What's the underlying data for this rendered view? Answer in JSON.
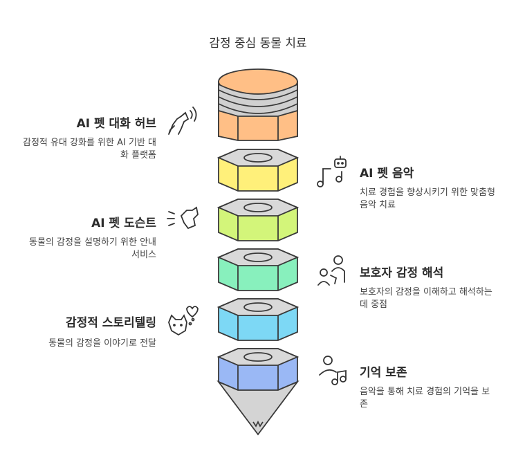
{
  "title": "감정 중심 동물 치료",
  "items": [
    {
      "title": "AI 펫 대화 허브",
      "desc": "감정적 유대 강화를 위한 AI 기반 대화 플랫폼",
      "icon": "howling-dog-icon",
      "color": "#ffe985"
    },
    {
      "title": "AI 펫 음악",
      "desc": "치료 경험을 향상시키기 위한 맞춤형 음악 치료",
      "icon": "robot-music-icon",
      "color": "#fff07a"
    },
    {
      "title": "AI 펫 도슨트",
      "desc": "동물의 감정을 설명하기 위한 안내 서비스",
      "icon": "dog-speaking-icon",
      "color": "#d3f57a"
    },
    {
      "title": "보호자 감정 해석",
      "desc": "보호자의 감정을 이해하고 해석하는 데 중점",
      "icon": "guardian-pet-icon",
      "color": "#88f0bd"
    },
    {
      "title": "감정적 스토리텔링",
      "desc": "동물의 감정을 이야기로 전달",
      "icon": "cat-heart-icon",
      "color": "#7dd8f5"
    },
    {
      "title": "기억 보존",
      "desc": "음악을 통해 치료 경험의 기억을 보존",
      "icon": "person-music-icon",
      "color": "#9ab8f5"
    }
  ],
  "colors": {
    "top_block": "#ffbf86",
    "nut_top": "#d9d9d9",
    "tip": "#d4d4d4",
    "stroke": "#3a3a3a"
  }
}
